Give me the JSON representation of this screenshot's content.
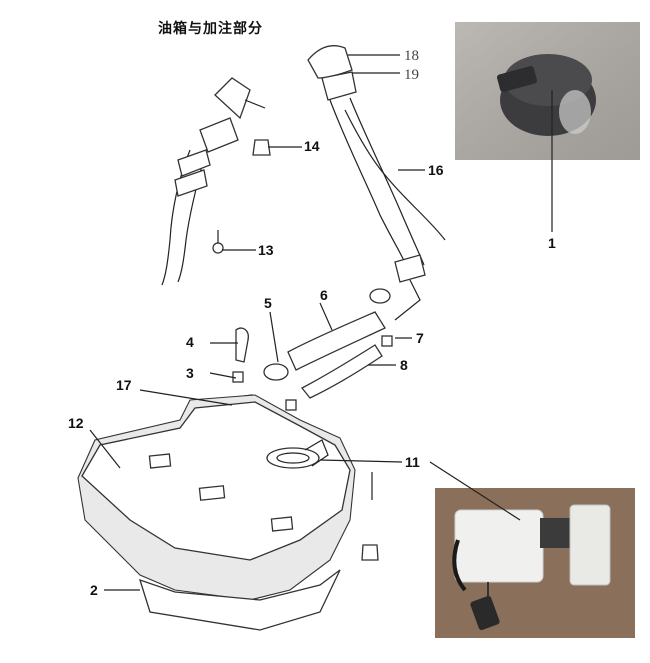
{
  "title": "油箱与加注部分",
  "callouts": {
    "c1": "1",
    "c2": "2",
    "c3": "3",
    "c4": "4",
    "c5": "5",
    "c6": "6",
    "c7": "7",
    "c8": "8",
    "c11": "11",
    "c12": "12",
    "c13": "13",
    "c14": "14",
    "c16": "16",
    "c17": "17",
    "c18": "18",
    "c19": "19"
  }
}
